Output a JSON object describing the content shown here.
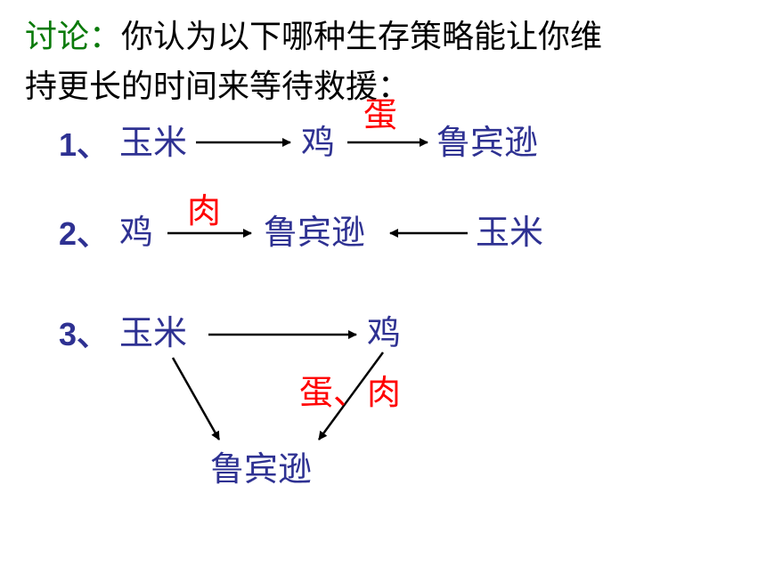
{
  "title": {
    "highlight": "讨论：",
    "line1_rest": "你认为以下哪种生存策略能让你维",
    "line2": "持更长的时间来等待救援："
  },
  "strategy1": {
    "number": "1、",
    "a": "玉米",
    "b": "鸡",
    "c": "鲁宾逊",
    "edge_label": "蛋"
  },
  "strategy2": {
    "number": "2、",
    "a": "鸡",
    "b": "鲁宾逊",
    "c": "玉米",
    "edge_label": "肉"
  },
  "strategy3": {
    "number": "3、",
    "a": "玉米",
    "b": "鸡",
    "c": "鲁宾逊",
    "edge_label": "蛋、肉"
  },
  "colors": {
    "title_highlight": "#0a7a0a",
    "node_text": "#2e3192",
    "edge_label": "#ff0000",
    "arrow": "#000000"
  }
}
